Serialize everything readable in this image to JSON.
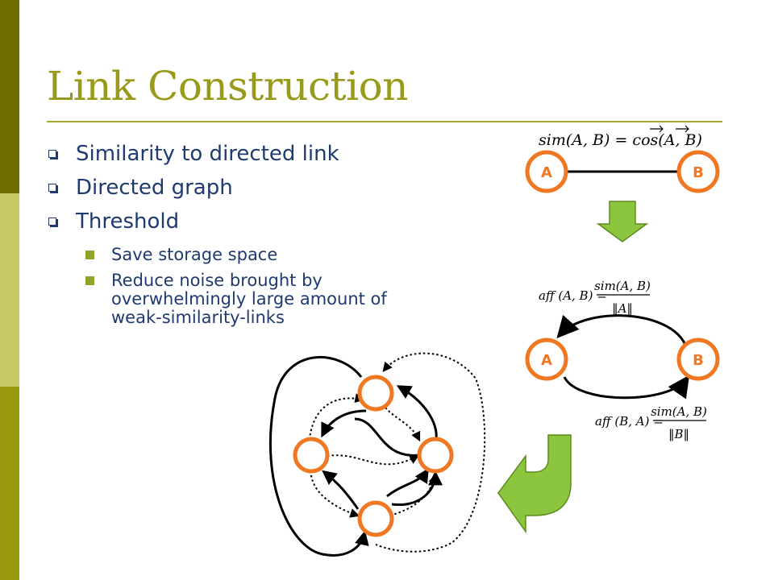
{
  "slide": {
    "title": "Link Construction",
    "bullets": [
      {
        "text": "Similarity to directed link",
        "children": []
      },
      {
        "text": "Directed graph",
        "children": []
      },
      {
        "text": "Threshold",
        "children": [
          "Save storage space",
          "Reduce noise brought by overwhelmingly large amount of weak-similarity-links"
        ]
      }
    ]
  },
  "diagram": {
    "formula_sim": "sim(A, B) = cos(A, B)",
    "formula_sim_lhs": "sim(A, B) = cos(",
    "formula_sim_arg_a": "A",
    "formula_sim_comma": ", ",
    "formula_sim_arg_b": "B",
    "formula_sim_close": ")",
    "formula_aff_ab_lhs": "aff (A, B) =",
    "formula_aff_ab_num": "sim(A, B)",
    "formula_aff_ab_den": "‖A‖",
    "formula_aff_ba_lhs": "aff (B, A) =",
    "formula_aff_ba_num": "sim(A, B)",
    "formula_aff_ba_den": "‖B‖",
    "node_a": "A",
    "node_b": "B"
  },
  "colors": {
    "sidebar": [
      "#8f8f00",
      "#c8c870",
      "#9a9a12",
      "#bfc04a"
    ],
    "title": "#9a9a1a",
    "text": "#1f3a6e",
    "node_ring": "#f07822",
    "arrow_green": "#8cc63f"
  }
}
